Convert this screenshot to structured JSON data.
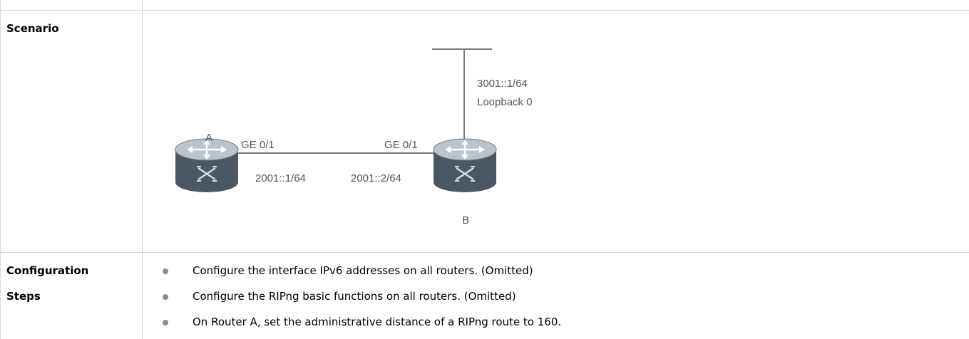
{
  "rows": {
    "scenario": {
      "label": "Scenario"
    },
    "config": {
      "label_line1": "Configuration",
      "label_line2": "Steps",
      "steps": [
        "Configure the interface IPv6 addresses on all routers. (Omitted)",
        "Configure the RIPng basic functions on all routers. (Omitted)",
        "On Router A, set the administrative distance of a RIPng route to 160."
      ]
    }
  },
  "diagram": {
    "router_a": "A",
    "router_b": "B",
    "a_interface": "GE 0/1",
    "a_address": "2001::1/64",
    "b_interface": "GE 0/1",
    "b_address": "2001::2/64",
    "loopback_address": "3001::1/64",
    "loopback_name": "Loopback 0"
  },
  "colors": {
    "border": "#d9d9d9",
    "router_dark": "#3d4a55",
    "router_light": "#aab6c0",
    "link": "#7a7a7a"
  }
}
